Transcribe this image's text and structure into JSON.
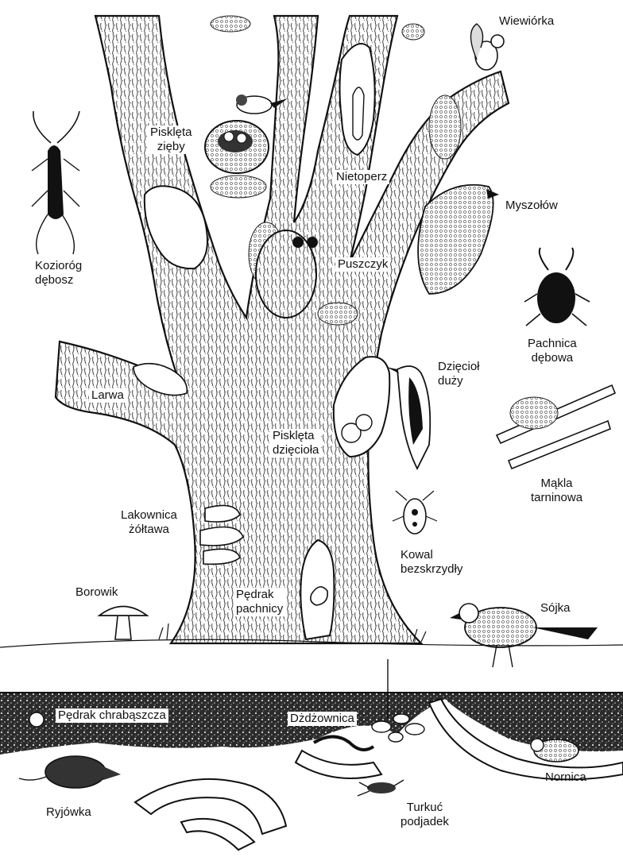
{
  "labels": {
    "wiewiorka": "Wiewiórka",
    "piskleta_zieby_1": "Pisklęta",
    "piskleta_zieby_2": "zięby",
    "nietoperz": "Nietoperz",
    "myszolow": "Myszołów",
    "koziorog_1": "Kozioróg",
    "koziorog_2": "dębosz",
    "puszczyk": "Puszczyk",
    "pachnica_1": "Pachnica",
    "pachnica_2": "dębowa",
    "dzieciol_1": "Dzięcioł",
    "dzieciol_2": "duży",
    "larwa": "Larwa",
    "piskleta_dzieciola_1": "Pisklęta",
    "piskleta_dzieciola_2": "dzięcioła",
    "makla_1": "Mąkla",
    "makla_2": "tarninowa",
    "lakownica_1": "Lakownica",
    "lakownica_2": "żółtawa",
    "kowal_1": "Kowal",
    "kowal_2": "bezskrzydły",
    "borowik": "Borowik",
    "pedrak_pachnicy_1": "Pędrak",
    "pedrak_pachnicy_2": "pachnicy",
    "sojka": "Sójka",
    "pedrak_chrabaszcza": "Pędrak chrabąszcza",
    "dzdzownica": "Dżdżownica",
    "nornica": "Nornica",
    "ryjowka": "Ryjówka",
    "turkuc_1": "Turkuć",
    "turkuc_2": "podjadek"
  }
}
